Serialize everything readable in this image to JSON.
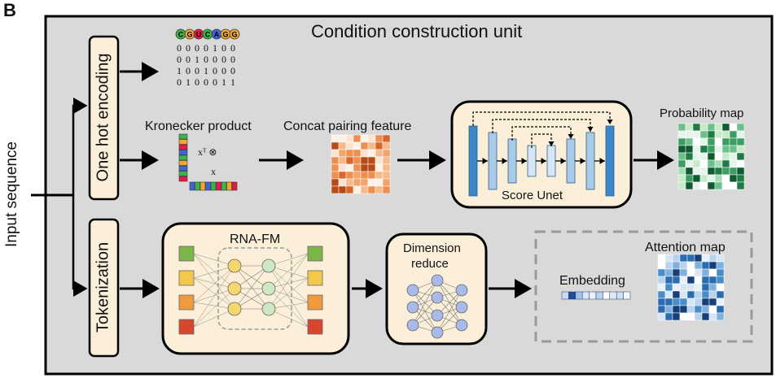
{
  "panel_letter": "B",
  "title": "Condition construction unit",
  "input_label": "Input sequence",
  "one_hot_label": "One hot encoding",
  "tokenization_label": "Tokenization",
  "kronecker_label": "Kronecker product",
  "kronecker_xt": "xᵀ ⊗",
  "kronecker_x": "x",
  "concat_label": "Concat pairing feature",
  "unet_label": "Score Unet",
  "probability_label": "Probability map",
  "rnafm_label": "RNA-FM",
  "dimred_label_1": "Dimension",
  "dimred_label_2": "reduce",
  "embedding_label": "Embedding",
  "attention_label": "Attention map",
  "sequence_letters": [
    "C",
    "G",
    "U",
    "C",
    "A",
    "G",
    "G"
  ],
  "one_hot_rows": [
    "0 0 0 0 1 0 0",
    "0 0 1 0 0 0 0",
    "1 0 0 1 0 0 0",
    "0 1 0 0 0 1 1"
  ],
  "colors": {
    "panel_bg": "#d9d9d9",
    "box_fill": "#fcefd9",
    "unet_blue": "#3a86c8",
    "orange_map": "#d2691e",
    "green_map": "#2e8b57",
    "blue_map": "#2b6cb0"
  }
}
